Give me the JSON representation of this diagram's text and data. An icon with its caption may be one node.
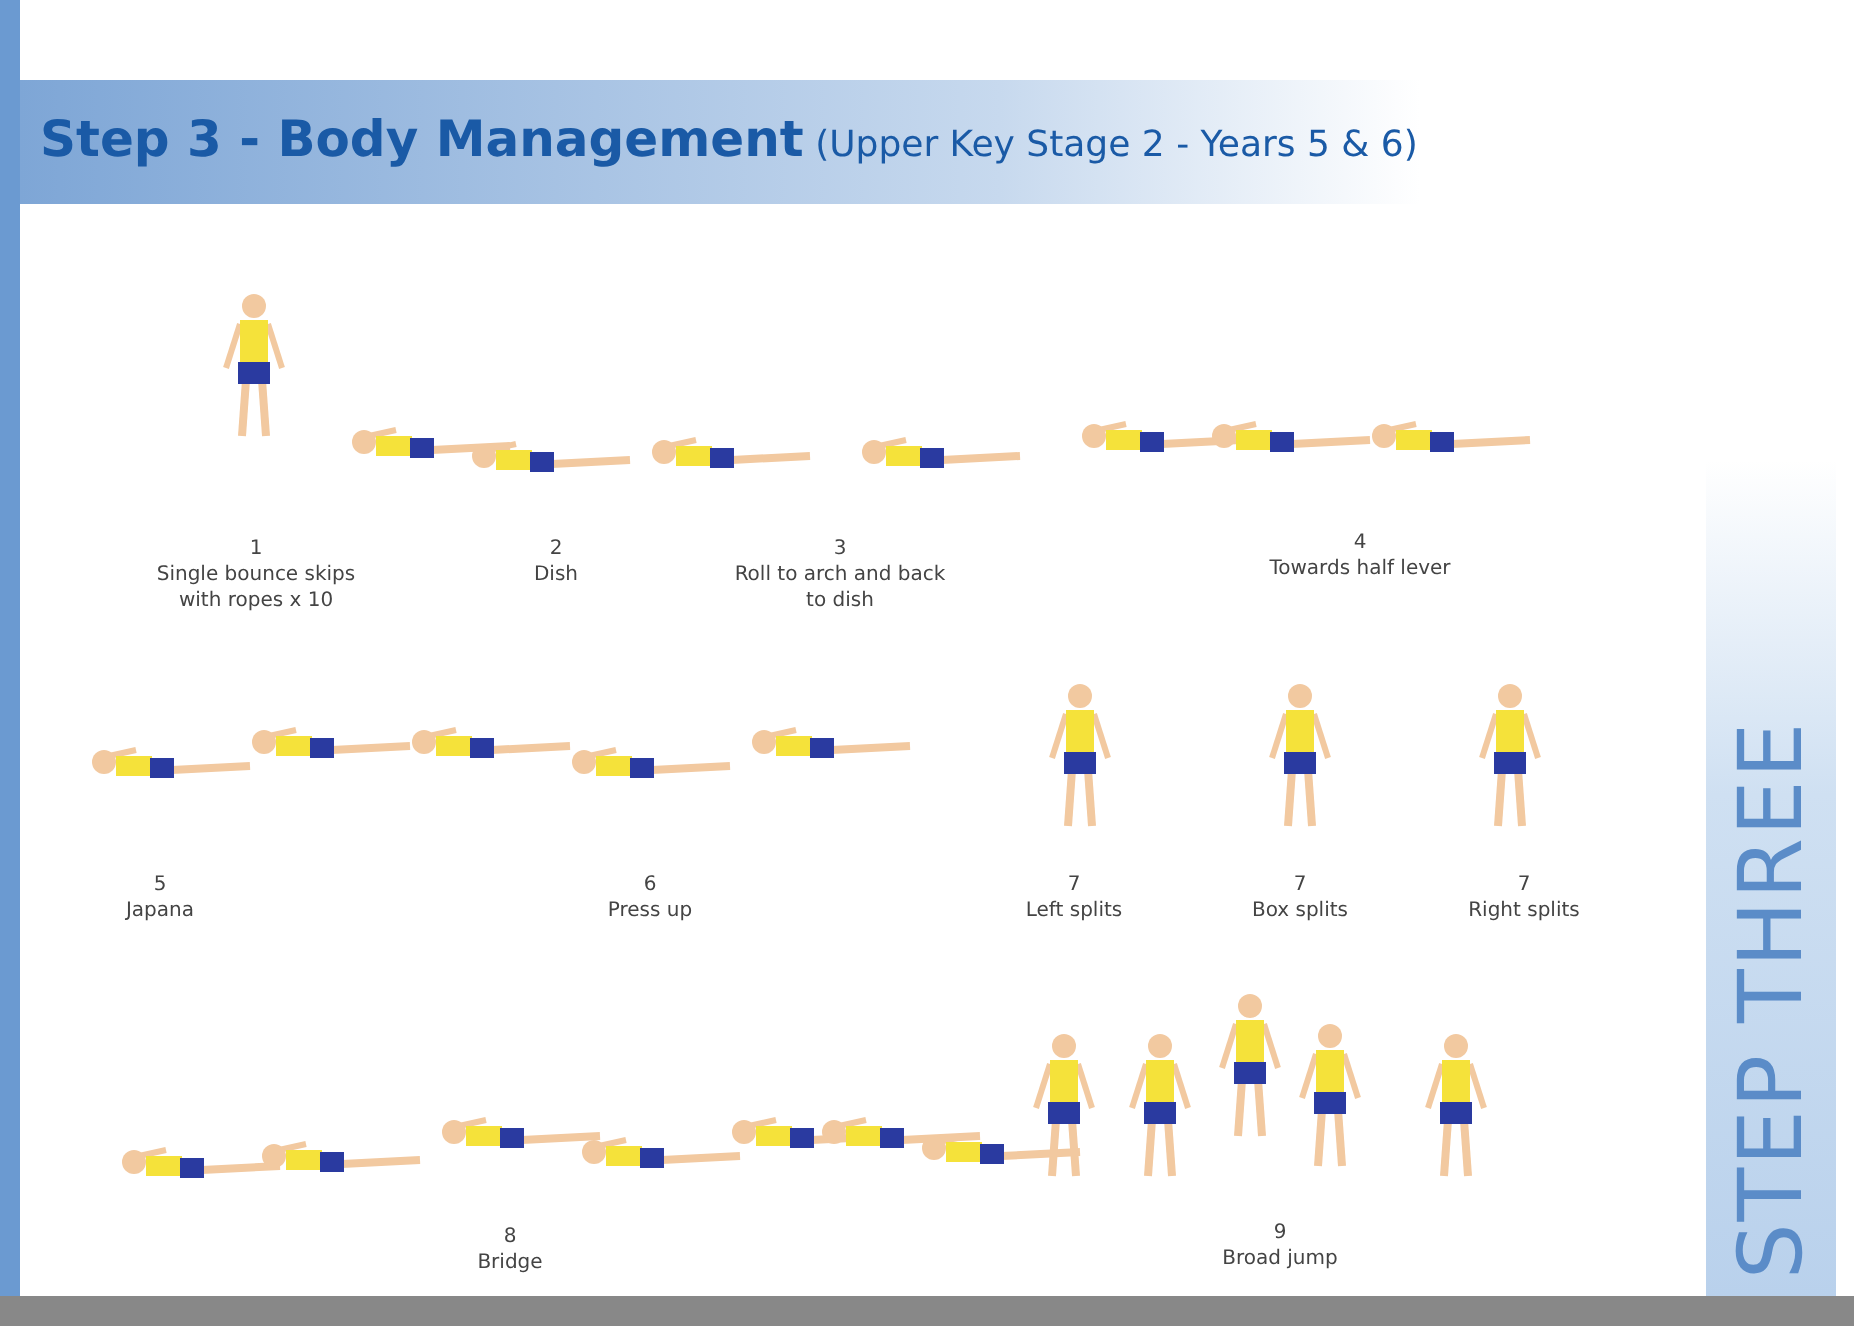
{
  "diagram": {
    "title": "**Step 3 - Body Management** (Upper Key Stage 2 - Years 5 & 6)",
    "labels": [
      "1",
      "Single bounce skips with ropes x 10",
      "2",
      "Dish",
      "3",
      "Roll to arch and back to dish",
      "4",
      "Towards half lever",
      "5",
      "Japana",
      "6",
      "Press up",
      "7",
      "Left splits",
      "7",
      "Box splits",
      "7",
      "Right splits",
      "8",
      "Bridge",
      "9",
      "Broad jump",
      "STEP THREE"
    ]
  }
}
